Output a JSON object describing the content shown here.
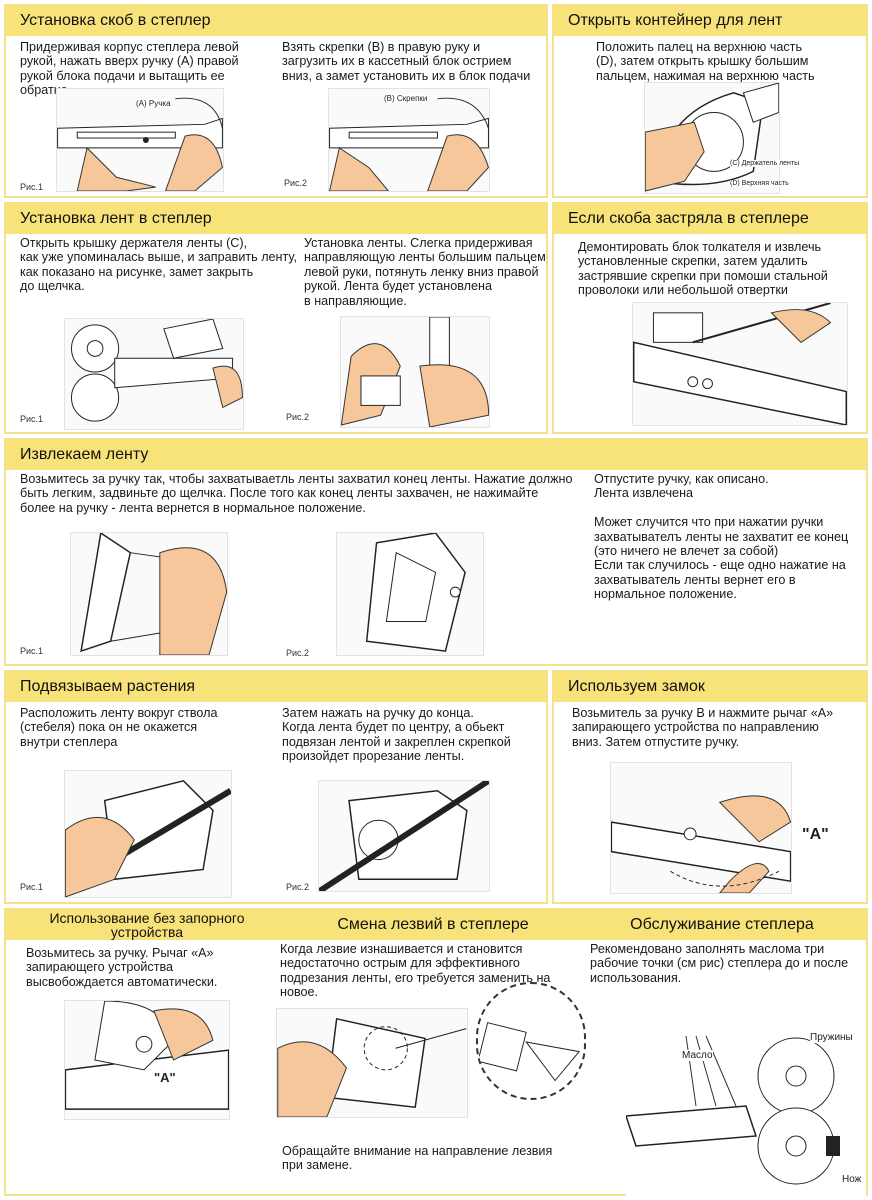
{
  "panels": {
    "p1": {
      "title": "Установка скоб в степлер",
      "text_left": "Придерживая корпус степлера левой\nрукой, нажать вверх ручку (А) правой\nрукой блока подачи и вытащить ее\nобратно.",
      "text_right": "Взять скрепки (В) в правую руку и\nзагрузить их в кассетный блок острием\nвниз, а замет установить их в блок подачи",
      "fig1_label": "Рис.1",
      "fig2_label": "Рис.2",
      "callout_a": "(А) Ручка",
      "callout_b": "(В) Скрепки"
    },
    "p2": {
      "title": "Открыть контейнер для лент",
      "text": "Положить палец на верхнюю часть\n(D), затем открыть крышку большим\nпальцем, нажимая на верхнюю часть",
      "callout_c": "(С) Держатель ленты",
      "callout_d": "(D) Верхняя часть"
    },
    "p3": {
      "title": "Установка лент в степлер",
      "text_left": "Открыть крышку держателя ленты (С),\nкак уже упоминалась выше, и заправить ленту,\nкак показано на рисунке, замет закрыть\n до щелчка.",
      "text_right": "Установка ленты. Слегка придерживая\nнаправляющую ленты большим пальцем\n левой руки, потянуть ленку вниз правой\nрукой. Лента будет установлена\nв направляющие.",
      "fig1_label": "Рис.1",
      "fig2_label": "Рис.2"
    },
    "p4": {
      "title": "Если скоба застряла в степлере",
      "text": "Демонтировать блок толкателя и извлечь\nустановленные скрепки, затем удалить\nзастрявшие скрепки при помоши стальной\nпроволоки или небольшой отвертки"
    },
    "p5": {
      "title": "Извлекаем ленту",
      "text_left": "Возьмитесь за ручку так, чтобы захватываетль ленты захватил конец ленты. Нажатие должно\nбыть легким, задвиньте до щелчка. После того как конец ленты захвачен, не нажимайте\nболее на ручку - лента вернется в нормальное положение.",
      "text_right": "Отпустите ручку, как описано.\nЛента извлечена\n\nМожет случится что при нажатии ручки\nзахватывателъ ленты не захватит ее конец\n(это ничего не влечет за собой)\nЕсли так случилось - еще одно нажатие на\nзахватыватель ленты вернет его в\nнормальное положение.",
      "fig1_label": "Рис.1",
      "fig2_label": "Рис.2"
    },
    "p6": {
      "title": "Подвязываем растения",
      "text_left": "Расположить ленту вокруг ствола\n(стебеля) пока он не окажется\nвнутри степлера",
      "text_right": "Затем нажать на ручку до конца.\nКогда лента будет по центру, а обьект\nподвязан лентой и закреплен скрепкой\nпроизойдет прорезание ленты.",
      "fig1_label": "Рис.1",
      "fig2_label": "Рис.2"
    },
    "p7": {
      "title": "Используем замок",
      "text": "Возьмитель за ручку В и нажмите рычаг «А»\nзапирающего устройства по направлению\nвниз. Затем отпустите ручку.",
      "mark_a": "\"А\""
    },
    "p8": {
      "title_col1": "Использование без запорного\nустройства",
      "title_col2": "Смена лезвий в степлере",
      "title_col3": "Обслуживание степлера",
      "text_col1": "Возьмитесь за ручку. Рычаг «А»\nзапирающего устройства\nвысвобождается автоматически.",
      "text_col2": "Когда лезвие изнашивается и становится\nнедостаточно острым для эффективного\nподрезания ленты, его требуется заменить на\nновое.",
      "text_col2_bottom": "Обращайте внимание на направление лезвия\nпри замене.",
      "text_col3": "Рекомендовано заполнять маслома три\nрабочие точки (см рис) степлера до и после\nиспользования.",
      "mark_a": "\"А\"",
      "label_oil": "Масло",
      "label_springs": "Пружины",
      "label_knife": "Нож"
    }
  },
  "colors": {
    "header": "#f8e27a",
    "border": "#f5e08a",
    "skin": "#f6c79a",
    "ink": "#222222"
  }
}
